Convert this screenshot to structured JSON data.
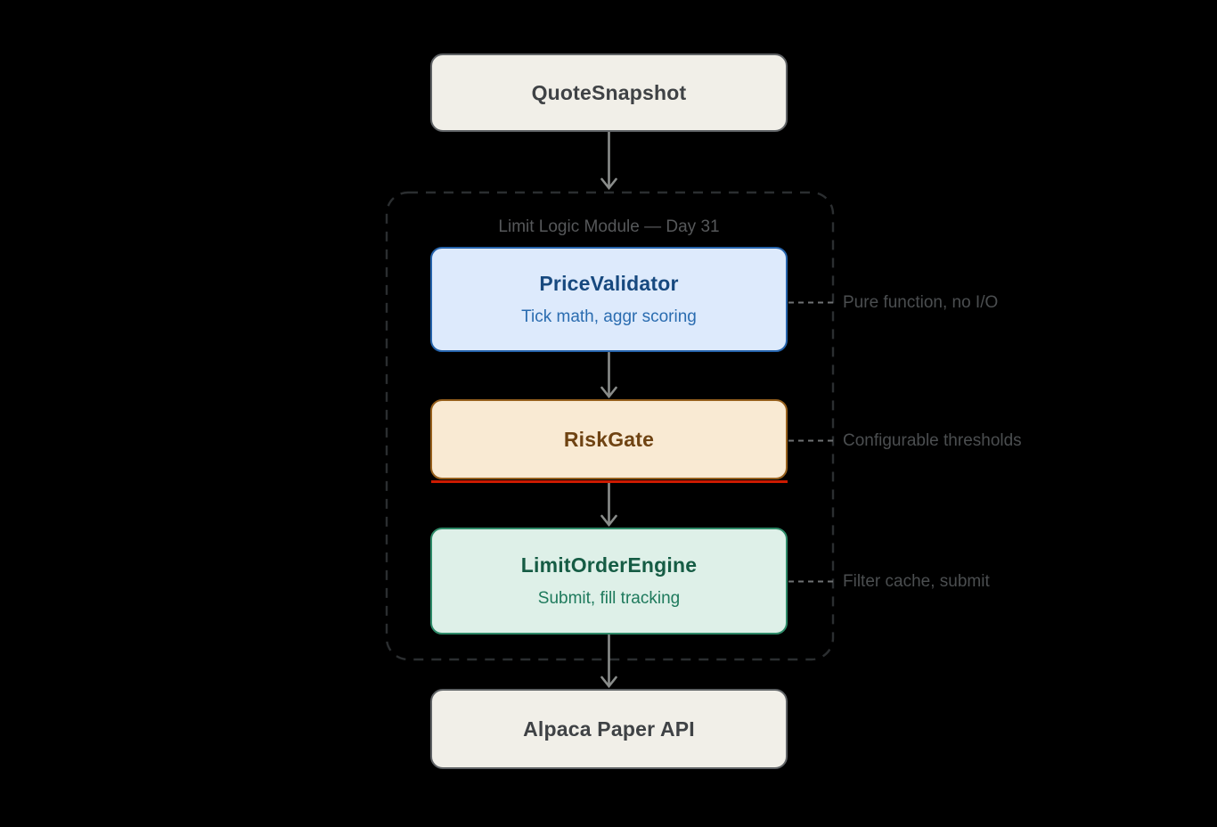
{
  "diagram": {
    "background_color": "#000000",
    "source_node": {
      "title": "QuoteSnapshot"
    },
    "module": {
      "label": "Limit Logic Module — Day 31",
      "nodes": [
        {
          "title": "PriceValidator",
          "subtitle": "Tick math, aggr scoring",
          "annotation": "Pure function, no I/O",
          "fill": "#ddeafc",
          "border": "#2563ab",
          "title_color": "#17497f",
          "subtitle_color": "#2a6cb0"
        },
        {
          "title": "RiskGate",
          "annotation": "Configurable thresholds",
          "fill": "#f9ead3",
          "border": "#96601d",
          "title_color": "#6f4312",
          "accent_underline_color": "#cc1a00"
        },
        {
          "title": "LimitOrderEngine",
          "subtitle": "Submit, fill tracking",
          "annotation": "Filter cache, submit",
          "fill": "#def0e8",
          "border": "#2e8a68",
          "title_color": "#155c44",
          "subtitle_color": "#1e7a5c"
        }
      ]
    },
    "sink_node": {
      "title": "Alpaca Paper API"
    },
    "colors": {
      "neutral_node_fill": "#f1efe8",
      "neutral_node_border": "#5f6265",
      "neutral_node_text": "#3f4245",
      "arrow": "#8a8d8b",
      "module_border": "#2b2e30",
      "module_label_text": "#56585a",
      "annotation_text": "#4b4e50",
      "annotation_connector": "#6f7274"
    }
  }
}
